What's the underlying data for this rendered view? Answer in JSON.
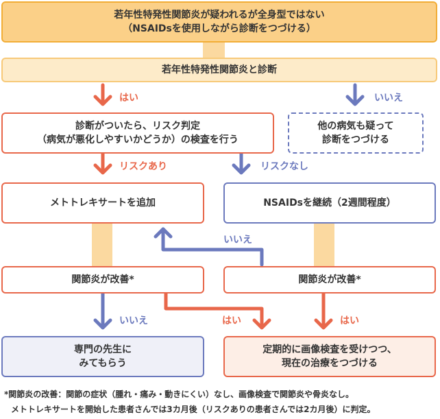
{
  "boxes": {
    "top_line1": "若年性特発性関節炎が疑われるが全身型ではない",
    "top_line2": "（NSAIDsを使用しながら診断をつづける）",
    "diagnosis": "若年性特発性関節炎と診断",
    "risk_line1": "診断がついたら、リスク判定",
    "risk_line2": "（病気が悪化しやすいかどうか）の検査を行う",
    "other_line1": "他の病気も疑って",
    "other_line2": "診断をつづける",
    "mtx": "メトトレキサートを追加",
    "nsaids": "NSAIDsを継続（2週間程度）",
    "improve_left": "関節炎が改善*",
    "improve_right": "関節炎が改善*",
    "specialist_line1": "専門の先生に",
    "specialist_line2": "みてもらう",
    "imaging_line1": "定期的に画像検査を受けつつ、",
    "imaging_line2": "現在の治療をつづける"
  },
  "labels": {
    "yes1": "はい",
    "no1": "いいえ",
    "risk_yes": "リスクあり",
    "risk_no": "リスクなし",
    "no_back": "いいえ",
    "no_left": "いいえ",
    "yes_mid": "はい",
    "yes_right": "はい"
  },
  "notes": {
    "line1": "*関節炎の改善：関節の症状（腫れ・痛み・動きにくい）なし、画像検査で関節炎や骨炎なし。",
    "line2": "メトトレキサートを開始した患者さんでは3カ月後（リスクありの患者さんでは2カ月後）に判定。"
  },
  "colors": {
    "orange": "#e8674a",
    "blue": "#6b79bd",
    "connector": "#fbd9a0",
    "top_fill": "#fbd088"
  }
}
